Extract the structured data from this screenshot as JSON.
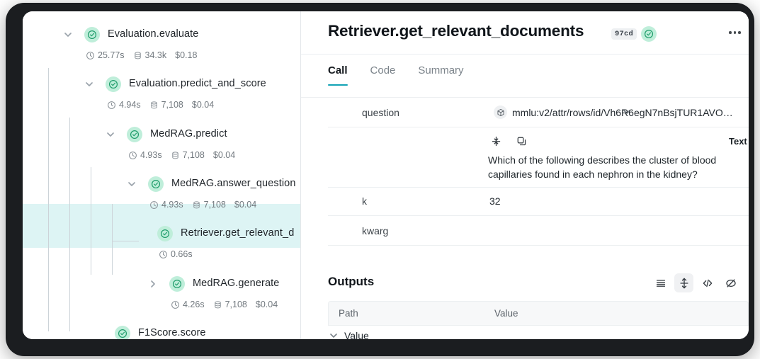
{
  "theme": {
    "accent": "#13a3b5",
    "status_green": "#1f9d6b",
    "status_bg": "#bfeeda",
    "selected_row_bg": "#ddf4f4",
    "frame": "#1b1d20"
  },
  "tree": {
    "nodes": [
      {
        "id": "evaluation-evaluate",
        "label": "Evaluation.evaluate",
        "depth": 0,
        "expanded": true,
        "has_children": true,
        "selected": false,
        "status": "success",
        "duration": "25.77s",
        "tokens": "34.3k",
        "cost": "$0.18"
      },
      {
        "id": "evaluation-predict-and-score",
        "label": "Evaluation.predict_and_score",
        "depth": 1,
        "expanded": true,
        "has_children": true,
        "selected": false,
        "status": "success",
        "duration": "4.94s",
        "tokens": "7,108",
        "cost": "$0.04"
      },
      {
        "id": "medrag-predict",
        "label": "MedRAG.predict",
        "depth": 2,
        "expanded": true,
        "has_children": true,
        "selected": false,
        "status": "success",
        "duration": "4.93s",
        "tokens": "7,108",
        "cost": "$0.04"
      },
      {
        "id": "medrag-answer-question",
        "label": "MedRAG.answer_question",
        "depth": 3,
        "expanded": true,
        "has_children": true,
        "selected": false,
        "status": "success",
        "duration": "4.93s",
        "tokens": "7,108",
        "cost": "$0.04"
      },
      {
        "id": "retriever-get-relevant-documents",
        "label": "Retriever.get_relevant_d",
        "depth": 4,
        "expanded": false,
        "has_children": false,
        "selected": true,
        "status": "success",
        "duration": "0.66s",
        "tokens": "",
        "cost": ""
      },
      {
        "id": "medrag-generate",
        "label": "MedRAG.generate",
        "depth": 4,
        "expanded": false,
        "has_children": true,
        "selected": false,
        "status": "success",
        "duration": "4.26s",
        "tokens": "7,108",
        "cost": "$0.04"
      },
      {
        "id": "f1score-score",
        "label": "F1Score.score",
        "depth": 2,
        "expanded": false,
        "has_children": false,
        "selected": false,
        "status": "success",
        "duration": "",
        "tokens": "",
        "cost": ""
      }
    ]
  },
  "detail": {
    "title": "Retriever.get_relevant_documents",
    "hash_badge": "97cd",
    "status": "success",
    "more_menu": "more-options",
    "tabs": [
      {
        "label": "Call",
        "active": true
      },
      {
        "label": "Code",
        "active": false
      },
      {
        "label": "Summary",
        "active": false
      }
    ],
    "inputs": {
      "rows": [
        {
          "key": "question",
          "expandable": true,
          "expanded": true,
          "ref_value": "mmlu:v2/attr/rows/id/Vh6R6egN7nBsjTUR1AVO…",
          "content_type_label": "Text",
          "content": "Which of the following describes the cluster of blood capillaries found in each nephron in the kidney?",
          "toolbar": [
            "compress-vertical-icon",
            "copy-icon"
          ]
        },
        {
          "key": "k",
          "expandable": false,
          "value": "32"
        },
        {
          "key": "kwarg",
          "expandable": false,
          "value": ""
        }
      ]
    },
    "outputs": {
      "heading": "Outputs",
      "view_tools": [
        {
          "icon": "list-view-icon",
          "active": false
        },
        {
          "icon": "expand-vertical-icon",
          "active": true
        },
        {
          "icon": "code-view-icon",
          "active": false
        },
        {
          "icon": "hide-icon",
          "active": false
        }
      ],
      "columns": [
        "Path",
        "Value"
      ],
      "rows": [
        {
          "path": "Value",
          "expandable": true,
          "expanded": true,
          "value": ""
        }
      ]
    }
  }
}
